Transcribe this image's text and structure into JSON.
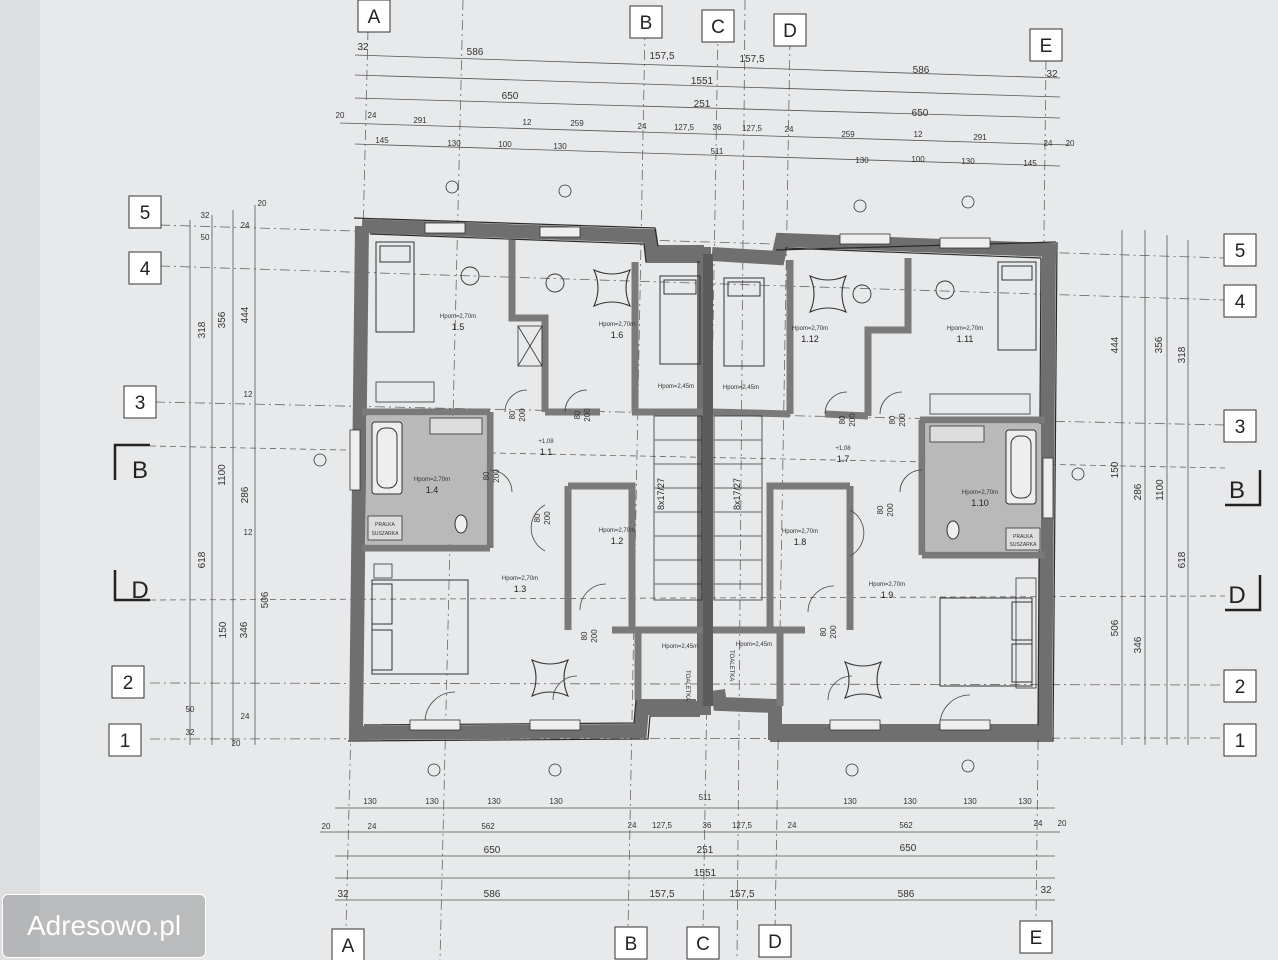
{
  "axes_top": [
    "A",
    "B",
    "C",
    "D",
    "E"
  ],
  "axes_bottom": [
    "A",
    "B",
    "C",
    "D",
    "E"
  ],
  "axes_left": [
    "5",
    "4",
    "3",
    "2",
    "1"
  ],
  "axes_right": [
    "5",
    "4",
    "3",
    "2",
    "1"
  ],
  "sections": [
    "B",
    "D"
  ],
  "dims_top_row1": [
    "32",
    "586",
    "157,5",
    "157,5",
    "586",
    "32"
  ],
  "dims_top_row2": "1551",
  "dims_top_row3": [
    "650",
    "251",
    "650"
  ],
  "dims_top_row4": [
    "20",
    "24",
    "291",
    "12",
    "259",
    "24",
    "127,5",
    "36",
    "127,5",
    "24",
    "259",
    "12",
    "291",
    "24",
    "20"
  ],
  "dims_top_row5": [
    "145",
    "130",
    "100",
    "130",
    "511",
    "130",
    "100",
    "130",
    "145"
  ],
  "dims_bottom_row1": [
    "130",
    "130",
    "130",
    "130",
    "511",
    "130",
    "130",
    "130",
    "130"
  ],
  "dims_bottom_row2": [
    "20",
    "24",
    "562",
    "24",
    "127,5",
    "36",
    "127,5",
    "24",
    "562",
    "24",
    "20"
  ],
  "dims_bottom_row3": [
    "650",
    "251",
    "650"
  ],
  "dims_bottom_row4": "1551",
  "dims_bottom_row5": [
    "32",
    "586",
    "157,5",
    "157,5",
    "586",
    "32"
  ],
  "dims_left_outer": [
    "318",
    "1100",
    "618"
  ],
  "dims_left_mid": [
    "356",
    "150",
    "346"
  ],
  "dims_left_inner": [
    "444",
    "286",
    "506"
  ],
  "dims_left_small": [
    "20",
    "32",
    "50",
    "24",
    "12",
    "12",
    "50",
    "24",
    "32",
    "20"
  ],
  "dims_right_outer": [
    "318",
    "1100",
    "618"
  ],
  "dims_right_mid": [
    "356",
    "150",
    "346"
  ],
  "dims_right_inner": [
    "444",
    "286",
    "506"
  ],
  "rooms": [
    {
      "id": "1.5",
      "h": "Hpom=2,70m"
    },
    {
      "id": "1.6",
      "h": "Hpom=2,70m"
    },
    {
      "id": "1.12",
      "h": "Hpom=2,70m"
    },
    {
      "id": "1.11",
      "h": "Hpom=2,70m"
    },
    {
      "id": "1.1",
      "h": "+1,08"
    },
    {
      "id": "1.7",
      "h": "+1,08"
    },
    {
      "id": "1.4",
      "h": "Hpom=2,70m"
    },
    {
      "id": "1.10",
      "h": "Hpom=2,70m"
    },
    {
      "id": "1.2",
      "h": "Hpom=2,70m"
    },
    {
      "id": "1.8",
      "h": "Hpom=2,70m"
    },
    {
      "id": "1.3",
      "h": "Hpom=2,70m"
    },
    {
      "id": "1.9",
      "h": "Hpom=2,70m"
    }
  ],
  "heights_245": [
    "Hpom=2,45m",
    "Hpom=2,45m",
    "Hpom=2,45m",
    "Hpom=2,45m"
  ],
  "door_labels": [
    "80",
    "200"
  ],
  "stairs": [
    "8x17/27",
    "8x17/27"
  ],
  "laundry": [
    "PRALKA",
    "SUSZARKA"
  ],
  "toilet": "TOALETKA",
  "watermark": "Adresowo.pl"
}
